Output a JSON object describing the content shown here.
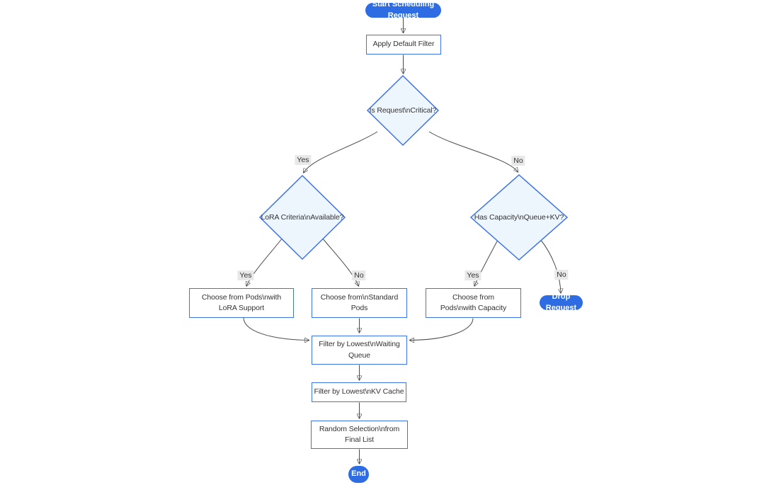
{
  "flowchart": {
    "nodes": {
      "start": {
        "label": "Start Scheduling Request",
        "shape": "stadium"
      },
      "apply_filter": {
        "label": "Apply Default Filter",
        "shape": "rect"
      },
      "is_critical": {
        "label": "Is Request\\nCritical?",
        "shape": "diamond"
      },
      "lora_criteria": {
        "label": "LoRA Criteria\\nAvailable?",
        "shape": "diamond"
      },
      "has_capacity": {
        "label": "Has Capacity\\nQueue+KV?",
        "shape": "diamond"
      },
      "choose_lora": {
        "label": "Choose from Pods\\nwith LoRA Support",
        "shape": "rect"
      },
      "choose_standard": {
        "label": "Choose from\\nStandard Pods",
        "shape": "rect"
      },
      "choose_capacity": {
        "label": "Choose from Pods\\nwith Capacity",
        "shape": "rect"
      },
      "drop_request": {
        "label": "Drop Request",
        "shape": "stadium"
      },
      "filter_waiting": {
        "label": "Filter by Lowest\\nWaiting Queue",
        "shape": "rect"
      },
      "filter_kv": {
        "label": "Filter by Lowest\\nKV Cache",
        "shape": "rect"
      },
      "random_selection": {
        "label": "Random Selection\\nfrom Final List",
        "shape": "rect"
      },
      "end": {
        "label": "End",
        "shape": "stadium"
      }
    },
    "edges": [
      {
        "from": "start",
        "to": "apply_filter"
      },
      {
        "from": "apply_filter",
        "to": "is_critical"
      },
      {
        "from": "is_critical",
        "to": "lora_criteria",
        "label": "Yes"
      },
      {
        "from": "is_critical",
        "to": "has_capacity",
        "label": "No"
      },
      {
        "from": "lora_criteria",
        "to": "choose_lora",
        "label": "Yes"
      },
      {
        "from": "lora_criteria",
        "to": "choose_standard",
        "label": "No"
      },
      {
        "from": "has_capacity",
        "to": "choose_capacity",
        "label": "Yes"
      },
      {
        "from": "has_capacity",
        "to": "drop_request",
        "label": "No"
      },
      {
        "from": "choose_lora",
        "to": "filter_waiting"
      },
      {
        "from": "choose_standard",
        "to": "filter_waiting"
      },
      {
        "from": "choose_capacity",
        "to": "filter_waiting"
      },
      {
        "from": "filter_waiting",
        "to": "filter_kv"
      },
      {
        "from": "filter_kv",
        "to": "random_selection"
      },
      {
        "from": "random_selection",
        "to": "end"
      }
    ],
    "colors": {
      "terminal_fill": "#2d6ce2",
      "terminal_text": "#ffffff",
      "node_border": "#3d73e6",
      "process_fill": "#ffffff",
      "decision_fill": "#eef6fd",
      "edge_line": "#4a4a4a",
      "edge_label_bg": "#e8e8e8",
      "text": "#333333",
      "background": "#ffffff"
    }
  }
}
